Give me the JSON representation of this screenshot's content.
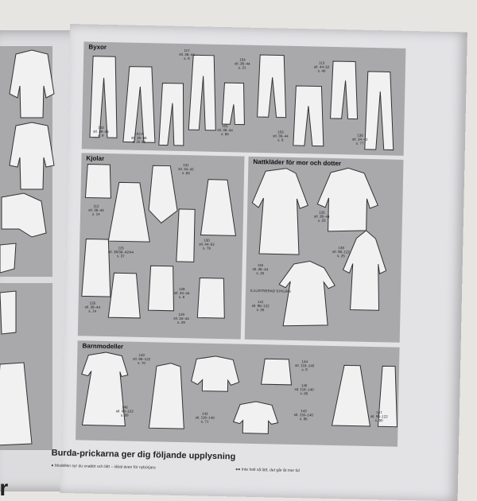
{
  "sections": {
    "byxor": {
      "title": "Byxor"
    },
    "kjolar": {
      "title": "Kjolar"
    },
    "nattklader": {
      "title": "Nattkläder för mor och dotter"
    },
    "barnmodeller": {
      "title": "Barnmodeller"
    }
  },
  "codes": {
    "byxor": [
      "162\nstl. 36–46\ns. 9",
      "163 A\nstl. 36–46\ns. 25 33",
      "117\nstl. 36–44\ns. 9",
      "101\nstl. 36–44\ns. 85",
      "154\nstl. 36–44\ns. 21",
      "103\nstl. 36–44\ns. 9",
      "113\nstl. 44–52\ns. 40",
      "138\nstl. 34–42\ns. 77"
    ],
    "kjolar": [
      "112\nstl. 36–44\ns. 14",
      "115\nstl. 36/38–42/44\ns. 37",
      "131\nstl. 34–42\ns. 83",
      "130\nstl. 44–52\ns. 79",
      "125\nstl. 36–44\ns. 14",
      "128\nstl. 34–44\ns. 8",
      "129\nstl. 34–44\ns. 29"
    ],
    "natt": [
      "116\nstl. 36–44\ns. 25",
      "125\nstl. 36–44\ns. 25",
      "139\nstl. 98–122\ns. 25",
      "ILLUSTRERAD SYKURS",
      "141\nstl. 98–122\ns. 25"
    ],
    "barn": [
      "140\nstl. 98–122\ns. 70",
      "146\nstl. 98–122\ns. 89",
      "142\nstl. 116–140\ns. 71",
      "144\nstl. 116–140\ns. 9",
      "145\nstl. 116–140\ns. 85",
      "143\nstl. 116–140\ns. 85",
      "147\nstl. 98–122\ns. 90"
    ]
  },
  "footer": {
    "heading": "Burda-prickarna ger dig följande upplysning",
    "line1": "● Modellen syr du snabbt och lätt – idéal även för nybörjare",
    "line2": "●● Inte helt så lätt, det går åt mer tid"
  },
  "leftpage": {
    "big_text": "ler"
  },
  "colors": {
    "panel": "#a9a9ac",
    "page": "#e3e3e6",
    "background": "#e7e5e2"
  }
}
